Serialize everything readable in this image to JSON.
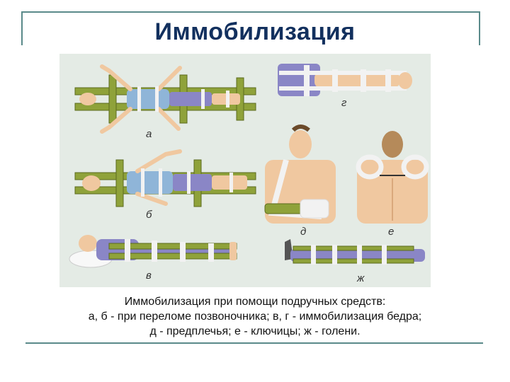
{
  "slide": {
    "title": "Иммобилизация",
    "caption": {
      "line1": "Иммобилизация при помощи подручных средств:",
      "line2": "а, б - при переломе позвоночника; в, г - иммобилизация бедра;",
      "line3": "д - предплечья; е - ключицы; ж - голени."
    }
  },
  "figure": {
    "labels": {
      "a": "а",
      "b": "б",
      "v": "в",
      "g": "г",
      "d": "д",
      "e": "е",
      "zh": "ж"
    }
  },
  "colors": {
    "title": "#12305e",
    "frame": "#5a8a8a",
    "splint": "#8fa23a",
    "clothing_blue": "#8fb5d8",
    "clothing_purple": "#8a86c6",
    "skin": "#f0c8a0",
    "bandage": "#f2f2f2",
    "panel_bg": "#e4ebe5"
  }
}
